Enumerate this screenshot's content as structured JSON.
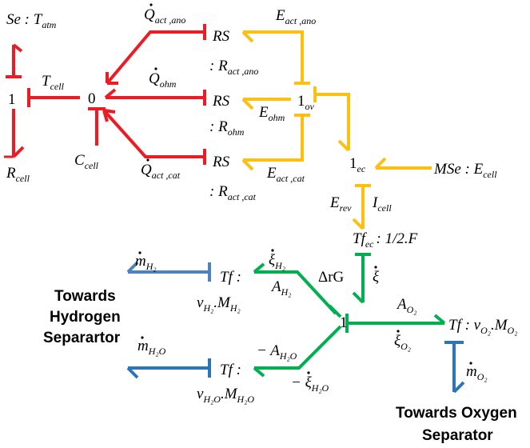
{
  "colors": {
    "thermal": "#ed1c24",
    "electrical": "#fdc010",
    "chemical": "#00b050",
    "hydrogen": "#4f81bd",
    "water": "#2e75b6",
    "oxygen": "#2e75b6"
  },
  "labels": {
    "se_t_atm": "Se : T",
    "se_t_atm_sub": "atm",
    "junction_one_thermal": "1",
    "t_cell": "T",
    "t_cell_sub": "cell",
    "zero_junction": "0",
    "r_cell": "R",
    "r_cell_sub": "cell",
    "c_cell": "C",
    "c_cell_sub": "cell",
    "q_act_ano": "Q",
    "q_act_ano_sub": "act ,ano",
    "q_ohm": "Q",
    "q_ohm_sub": "ohm",
    "q_act_cat": "Q",
    "q_act_cat_sub": "act ,cat",
    "rs_ano": "RS",
    "r_act_ano": ": R",
    "r_act_ano_sub": "act ,ano",
    "rs_ohm": "RS",
    "r_ohm": ": R",
    "r_ohm_sub": "ohm",
    "rs_cat": "RS",
    "r_act_cat": ": R",
    "r_act_cat_sub": "act ,cat",
    "e_act_ano": "E",
    "e_act_ano_sub": "act ,ano",
    "junction_ov": "1",
    "junction_ov_sub": "ov",
    "e_ohm": "E",
    "e_ohm_sub": "ohm",
    "e_act_cat": "E",
    "e_act_cat_sub": "act ,cat",
    "junction_ec": "1",
    "junction_ec_sub": "ec",
    "mse_e_cell": "MSe : E",
    "mse_e_cell_sub": "cell",
    "e_rev": "E",
    "e_rev_sub": "rev",
    "i_cell": "I",
    "i_cell_sub": "cell",
    "tf_ec": "Tf",
    "tf_ec_sub": "ec",
    "tf_ec_ratio": ": 1/2.F",
    "delta_rg": "ΔrG",
    "xi_dot": "ξ",
    "junction_chem": "1",
    "m_h2": "m",
    "m_h2_sub": "H₂",
    "tf_h2": "Tf :",
    "xi_h2": "ξ",
    "xi_h2_sub": "H₂",
    "a_h2": "A",
    "a_h2_sub": "H₂",
    "nu_h2": "ν",
    "nu_h2_sub": "H₂",
    "m_h2_mass": ".M",
    "m_h2_mass_sub": "H₂",
    "towards_hydrogen_1": "Towards",
    "towards_hydrogen_2": "Hydrogen",
    "towards_hydrogen_3": "Separartor",
    "m_h2o": "m",
    "m_h2o_sub": "H₂O",
    "tf_h2o": "Tf :",
    "minus_a_h2o": "− A",
    "minus_a_h2o_sub": "H₂O",
    "minus_xi_h2o": "− ξ",
    "minus_xi_h2o_sub": "H₂O",
    "nu_h2o": "ν",
    "nu_h2o_sub": "H₂O",
    "m_h2o_mass": ".M",
    "m_h2o_mass_sub": "H₂O",
    "a_o2": "A",
    "a_o2_sub": "O₂",
    "xi_o2": "ξ",
    "xi_o2_sub": "O₂",
    "tf_o2": "Tf : ν",
    "tf_o2_sub": "O₂",
    "m_o2_mass": ".M",
    "m_o2_mass_sub": "O₂",
    "m_o2": "m",
    "m_o2_sub": "O₂",
    "towards_oxygen_1": "Towards Oxygen",
    "towards_oxygen_2": "Separator"
  }
}
